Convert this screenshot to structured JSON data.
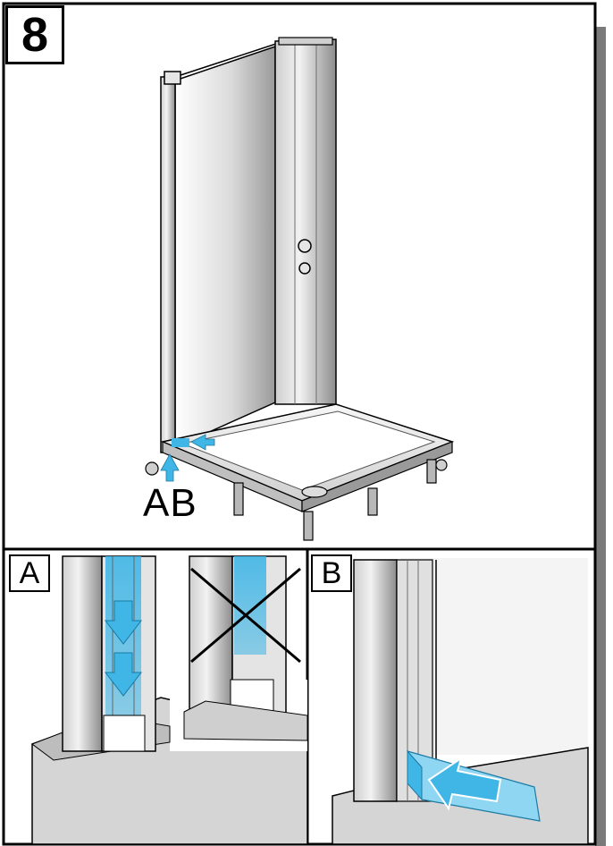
{
  "step_number": "8",
  "callout_text": "AB",
  "detail_panels": [
    {
      "label": "A"
    },
    {
      "label": "B"
    }
  ],
  "colors": {
    "accent_blue": "#3fb6e6",
    "outline": "#000000",
    "shadow_gray": "#7a7a7a",
    "panel_gray": "#d9d9d9"
  }
}
